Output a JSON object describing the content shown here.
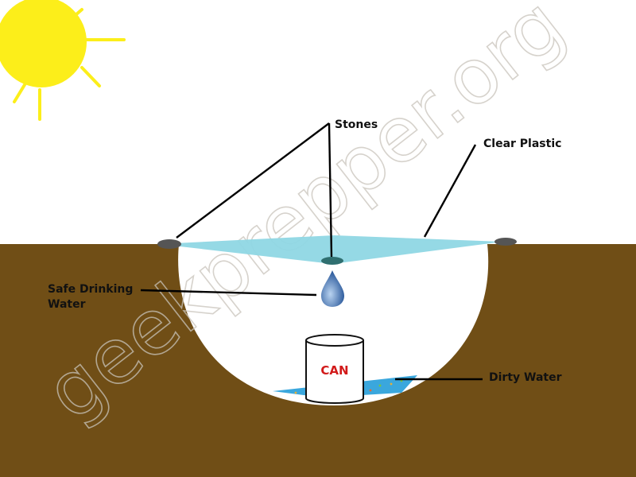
{
  "labels": {
    "stones": "Stones",
    "clear_plastic": "Clear Plastic",
    "safe_water_line1": "Safe Drinking",
    "safe_water_line2": "Water",
    "can": "CAN",
    "dirty_water": "Dirty Water"
  },
  "watermark": "geekprepper.org",
  "colors": {
    "sky": "#ffffff",
    "sun": "#fcee1a",
    "soil": "#704e16",
    "pit": "#ffffff",
    "plastic": "#8fd7e4",
    "stone": "#555555",
    "center_stone": "#2f6f70",
    "dirty_water": "#3aa7dd",
    "droplet": "#3c6cb0",
    "can_label": "#d21a1a"
  },
  "icons": {
    "sun": "sun-icon",
    "droplet": "water-drop-icon"
  }
}
